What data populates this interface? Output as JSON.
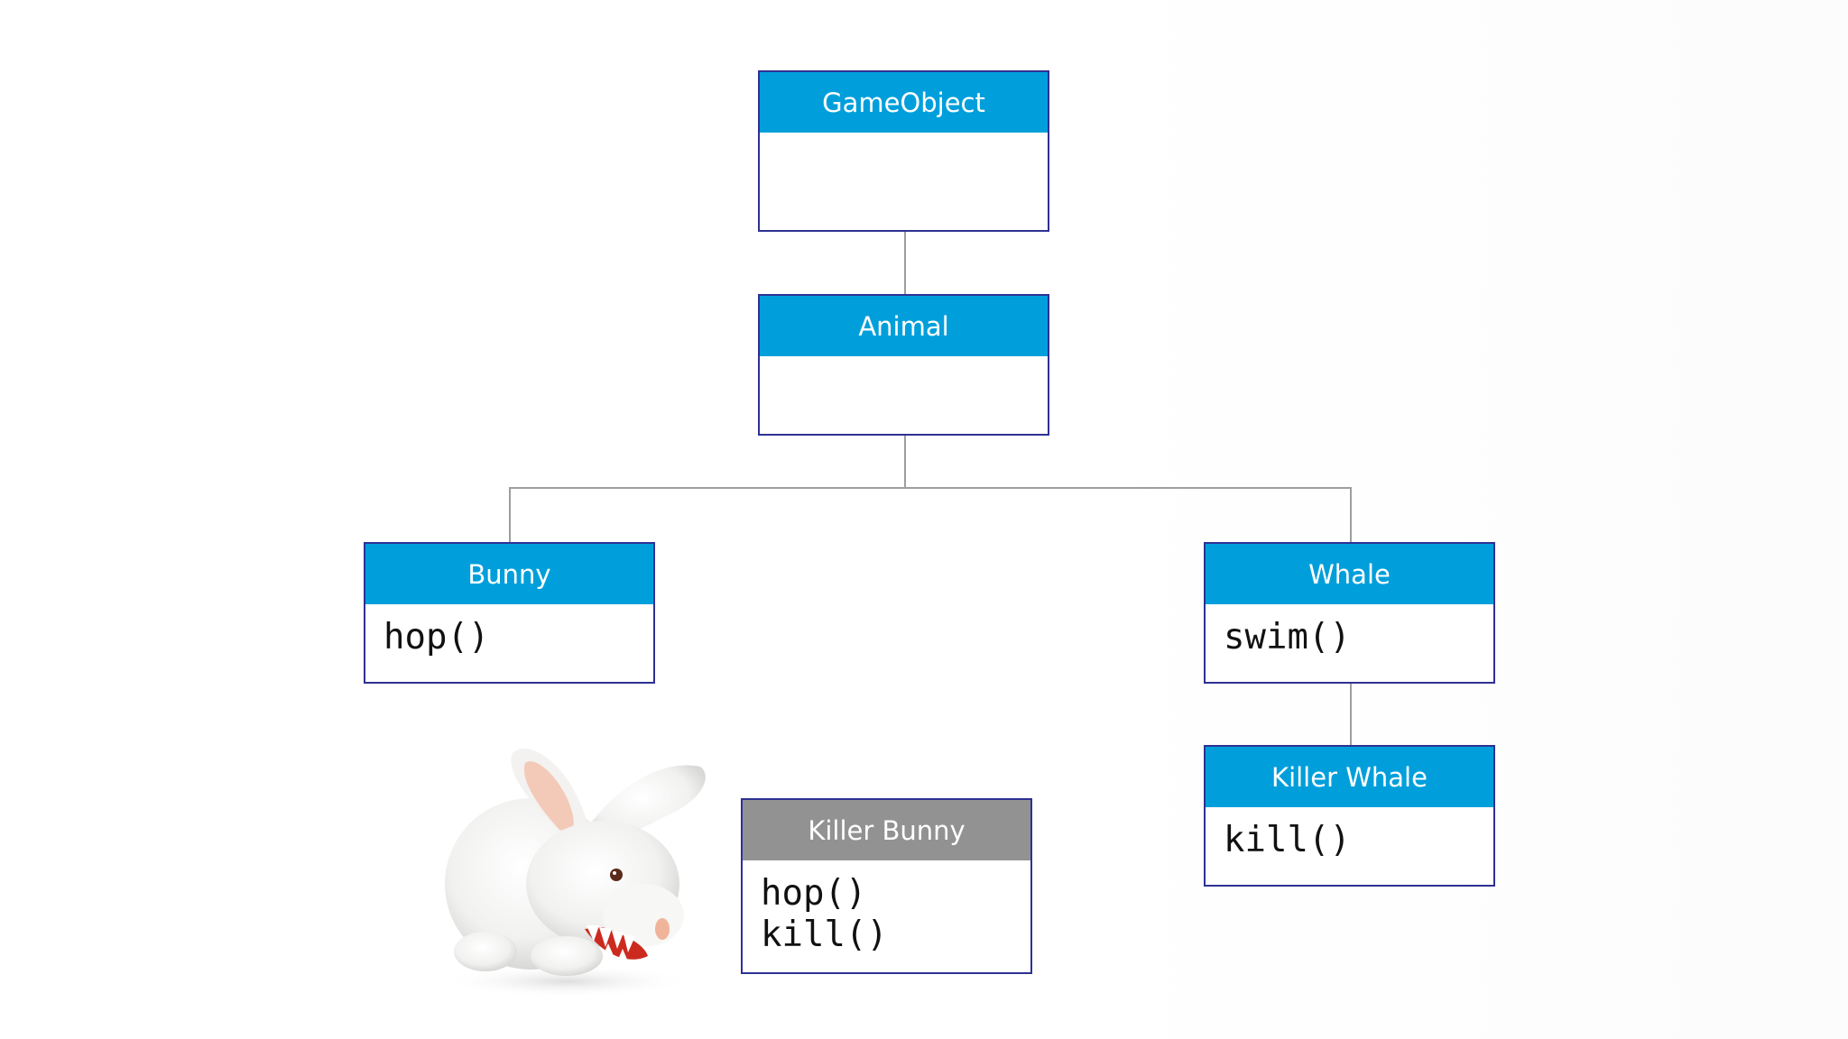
{
  "classes": {
    "gameobject": {
      "name": "GameObject",
      "methods": []
    },
    "animal": {
      "name": "Animal",
      "methods": []
    },
    "bunny": {
      "name": "Bunny",
      "methods": [
        "hop()"
      ]
    },
    "whale": {
      "name": "Whale",
      "methods": [
        "swim()"
      ]
    },
    "killer_whale": {
      "name": "Killer Whale",
      "methods": [
        "kill()"
      ]
    },
    "killer_bunny": {
      "name": "Killer Bunny",
      "methods": [
        "hop()",
        "kill()"
      ]
    }
  },
  "colors": {
    "header_blue": "#009fdb",
    "header_gray": "#929292",
    "box_border": "#2e3192",
    "connector": "#9e9e9e"
  },
  "image": {
    "subject": "white plush bunny with fangs"
  }
}
